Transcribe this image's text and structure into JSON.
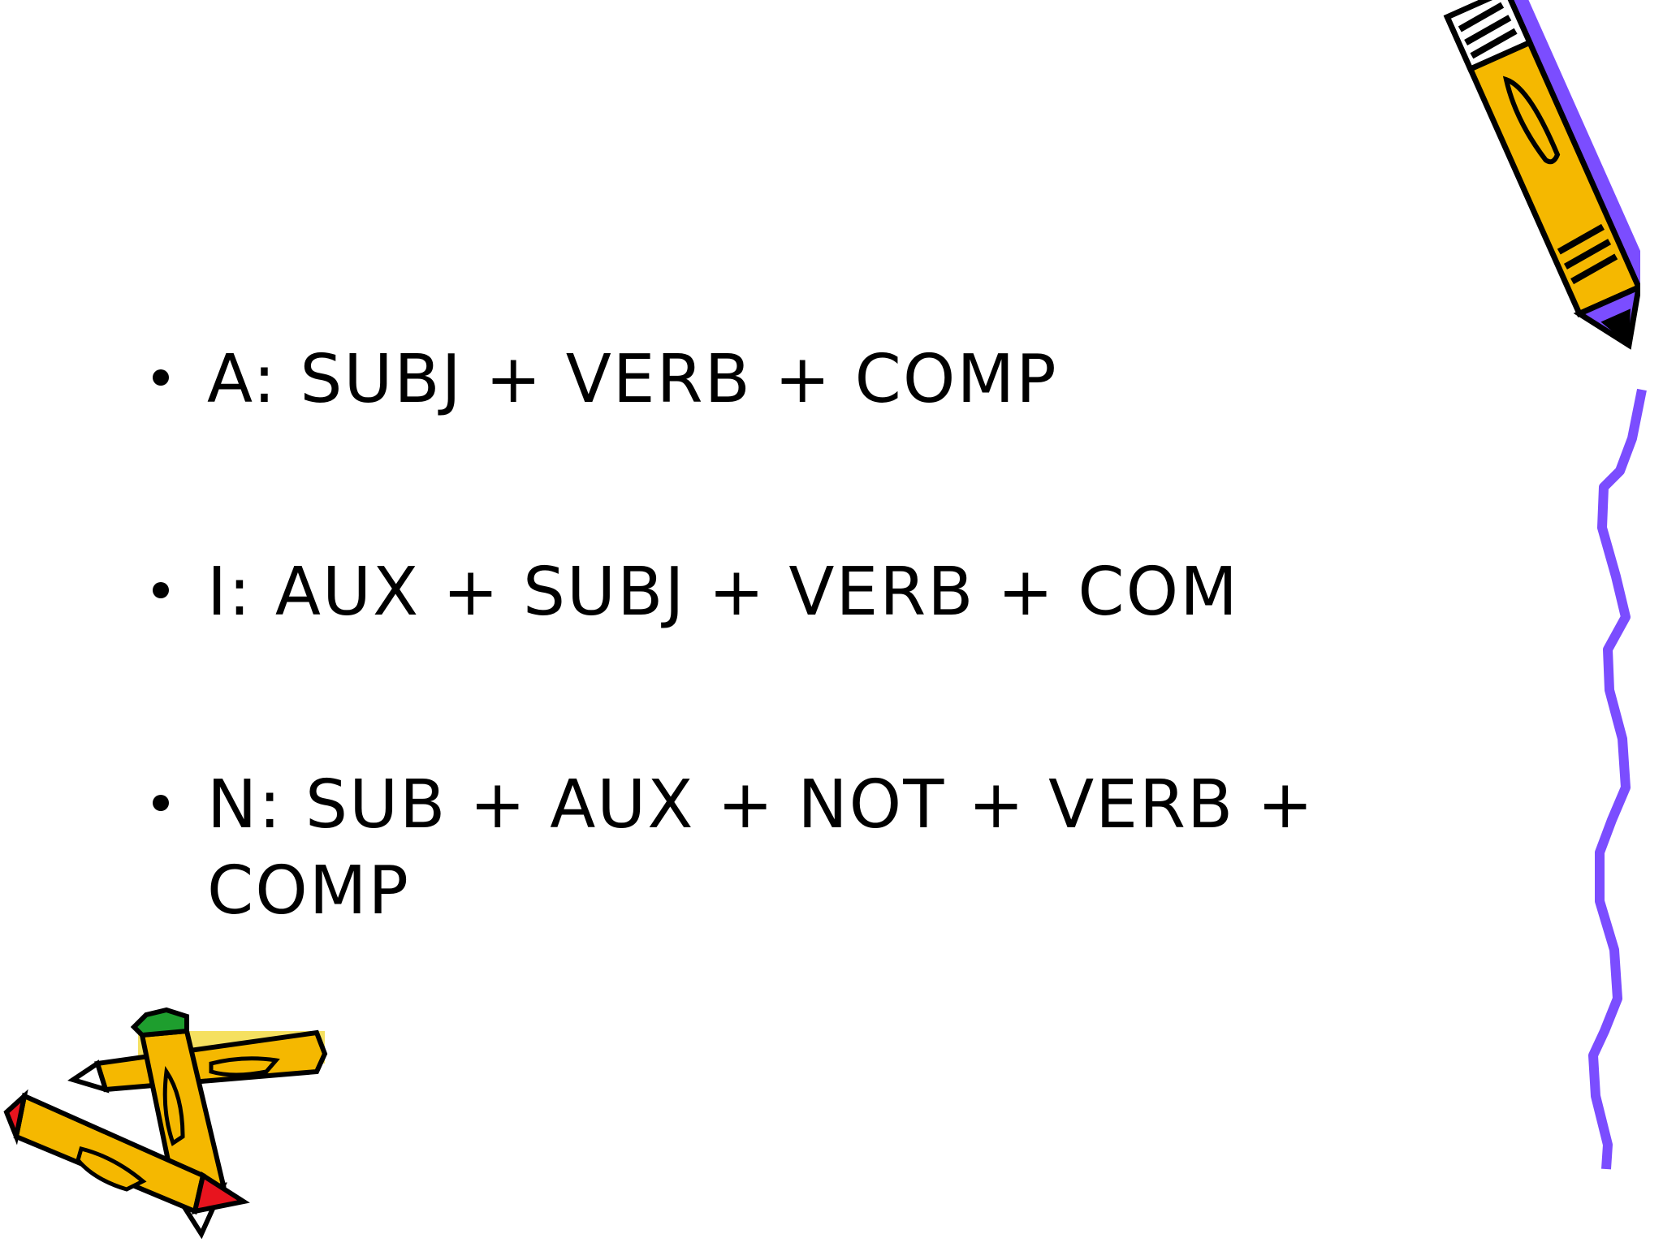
{
  "slide": {
    "bullets": [
      {
        "text": "A: SUBJ + VERB + COMP"
      },
      {
        "text": "I: AUX + SUBJ + VERB + COM"
      },
      {
        "text": "N: SUB + AUX + NOT + VERB + COMP"
      }
    ]
  },
  "colors": {
    "pencil_body": "#F5B800",
    "eraser_band": "#7B4DFF",
    "pencil_red": "#E8141E",
    "pencil_green": "#1E9E2E",
    "squiggle": "#7B4DFF",
    "outline": "#000000"
  },
  "icons": [
    "pencil-icon",
    "squiggle-line",
    "crossed-pencils-icon"
  ]
}
